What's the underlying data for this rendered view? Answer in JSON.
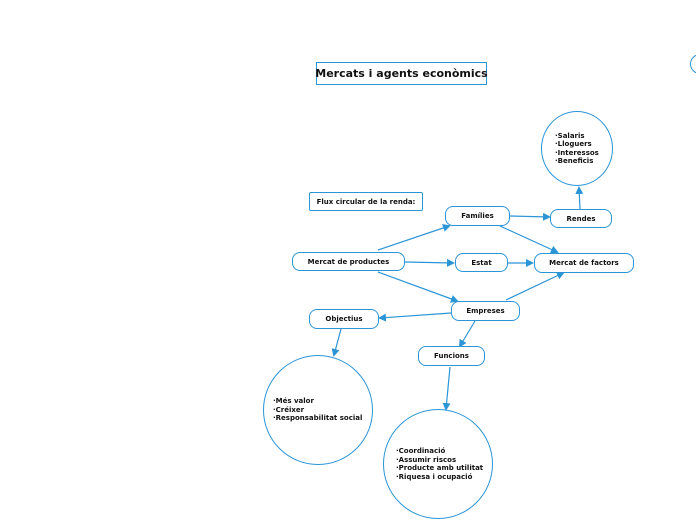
{
  "title": "Mercats i agents econòmics",
  "subtitle": "Flux circular de la renda:",
  "nodes": {
    "mercat_productes": "Mercat de productes",
    "families": "Famílies",
    "estat": "Estat",
    "empreses": "Empreses",
    "rendes": "Rendes",
    "mercat_factors": "Mercat de factors",
    "objectius": "Objectius",
    "funcions": "Funcions"
  },
  "lists": {
    "rendes": [
      "·Salaris",
      "·Lloguers",
      "·Interessos",
      "·Beneficis"
    ],
    "objectius": [
      "·Més valor",
      "·Créixer",
      "·Responsabilitat social"
    ],
    "funcions": [
      "·Coordinació",
      "·Assumir riscos",
      "·Producte amb utilitat",
      "·Riquesa i ocupació"
    ]
  },
  "colors": {
    "accent": "#2b95d6"
  }
}
